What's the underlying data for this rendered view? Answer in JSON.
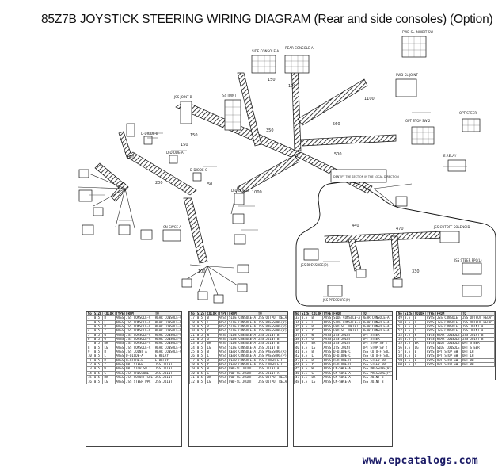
{
  "page": {
    "title": "85Z7B JOYSTICK STEERING WIRING DIAGRAM (Rear and side consoles) (Option)",
    "watermark": "www.epcatalogs.com"
  },
  "diagram": {
    "segment_lengths": [
      "150",
      "100",
      "150",
      "350",
      "1000",
      "500",
      "200",
      "50",
      "100",
      "150",
      "470",
      "330",
      "440",
      "1100",
      "560",
      "100"
    ],
    "connector_labels": [
      "SIDE CONSOLE-A",
      "REAR CONSOLE-A",
      "FWD SL INHIBIT SW",
      "FWD-SL JOINT",
      "JSS JOINT",
      "OPT STEER",
      "OPT STOP SW 2",
      "JSS JOINT B",
      "D-DIODE-B",
      "D-DIODE-A",
      "D-DIODE-C",
      "D-DIODE-D",
      "CN-SWCE-A",
      "JSS CUTOFF SOLENOID",
      "JSS STEER PPC(L)",
      "JSS PRESSURE(R)",
      "JSS PRESSURE(P)",
      "E.RELAY"
    ],
    "callout_text": "IDENTIFY THE SECTION IN THE LOCAL DIRECTION"
  },
  "tables": [
    {
      "header": [
        "No",
        "SIZE",
        "COLOR",
        "TYPE",
        "FROM",
        "TO"
      ],
      "rows": [
        [
          "1",
          "0.5",
          "B",
          "AVSS",
          "JSS CONSOLE-C",
          "REAR CONSOLE-C"
        ],
        [
          "2",
          "0.5",
          "L",
          "AVSS",
          "JSS CONSOLE-C",
          "REAR CONSOLE-C"
        ],
        [
          "3",
          "0.5",
          "R",
          "AVSS",
          "JSS CONSOLE-C",
          "REAR CONSOLE-C"
        ],
        [
          "4",
          "0.5",
          "Y",
          "AVSS",
          "JSS CONSOLE-C",
          "REAR CONSOLE-C"
        ],
        [
          "5",
          "0.5",
          "W",
          "AVSS",
          "JSS CONSOLE-C",
          "REAR CONSOLE-C"
        ],
        [
          "6",
          "0.5",
          "G",
          "AVSS",
          "JSS CONSOLE-C",
          "REAR CONSOLE-C"
        ],
        [
          "7",
          "0.5",
          "BR",
          "AVSS",
          "JSS CONSOLE-C",
          "REAR CONSOLE-C"
        ],
        [
          "8",
          "0.5",
          "LG",
          "AVSS",
          "JSS CONSOLE-C",
          "REAR CONSOLE-C"
        ],
        [
          "9",
          "0.5",
          "B",
          "AVSS",
          "JSS JOINT A",
          "REAR CONSOLE-C"
        ],
        [
          "10",
          "0.5",
          "L",
          "AVSS",
          "D-DIODE-A",
          "E.RELAY"
        ],
        [
          "11",
          "0.5",
          "R",
          "AVSS",
          "D-DIODE-B",
          "E.RELAY"
        ],
        [
          "12",
          "0.5",
          "Y",
          "AVSS",
          "OPT STEER",
          "JSS JOINT"
        ],
        [
          "13",
          "0.5",
          "W",
          "AVSS",
          "OPT STOP SW 2",
          "JSS JOINT"
        ],
        [
          "14",
          "0.5",
          "G",
          "AVSS",
          "JSS PRESSURE",
          "JSS JOINT"
        ],
        [
          "15",
          "0.5",
          "BR",
          "AVSS",
          "JSS CUTOFF SOL",
          "JSS JOINT"
        ],
        [
          "16",
          "0.5",
          "LG",
          "AVSS",
          "JSS STEER PPC",
          "JSS JOINT"
        ]
      ]
    },
    {
      "header": [
        "No",
        "SIZE",
        "COLOR",
        "TYPE",
        "FROM",
        "TO"
      ],
      "rows": [
        [
          "17",
          "0.5",
          "B",
          "AVSS",
          "SIDE CONSOLE-A",
          "JSS OUTPUT RELAY"
        ],
        [
          "18",
          "0.5",
          "L",
          "AVSS",
          "SIDE CONSOLE-A",
          "JSS PRESSURE(R)"
        ],
        [
          "19",
          "0.5",
          "R",
          "AVSS",
          "SIDE CONSOLE-A",
          "JSS PRESSURE(P)"
        ],
        [
          "20",
          "0.5",
          "Y",
          "AVSS",
          "SIDE CONSOLE-A",
          "JSS PRESSURE(R)"
        ],
        [
          "21",
          "0.5",
          "W",
          "AVSS",
          "SIDE CONSOLE-A",
          "JSS JOINT B"
        ],
        [
          "22",
          "0.5",
          "G",
          "AVSS",
          "SIDE CONSOLE-A",
          "JSS JOINT B"
        ],
        [
          "23",
          "0.5",
          "BR",
          "AVSS",
          "SIDE CONSOLE-A",
          "JSS JOINT B"
        ],
        [
          "24",
          "0.5",
          "LG",
          "AVSS",
          "SIDE CONSOLE-A",
          "JSS JOINT B"
        ],
        [
          "25",
          "0.5",
          "B",
          "AVSS",
          "REAR CONSOLE-A",
          "JSS PRESSURE(R)"
        ],
        [
          "26",
          "0.5",
          "L",
          "AVSS",
          "REAR CONSOLE-A",
          "JSS PRESSURE(P)"
        ],
        [
          "27",
          "0.5",
          "R",
          "AVSS",
          "REAR CONSOLE-A",
          "JSS CONSOLE-C"
        ],
        [
          "28",
          "0.5",
          "Y",
          "AVSS",
          "REAR CONSOLE-A",
          "JSS CONSOLE-C"
        ],
        [
          "29",
          "0.5",
          "W",
          "AVSS",
          "FWD-SL JOINT",
          "JSS JOINT A"
        ],
        [
          "30",
          "0.5",
          "G",
          "AVSS",
          "FWD-SL JOINT",
          "JSS JOINT A"
        ],
        [
          "31",
          "0.5",
          "BR",
          "AVSS",
          "FWD-SL JOINT",
          "JSS OUTPUT RELAY"
        ],
        [
          "32",
          "0.5",
          "LG",
          "AVSS",
          "FWD-SL JOINT",
          "JSS OUTPUT RELAY"
        ]
      ]
    },
    {
      "header": [
        "No",
        "SIZE",
        "COLOR",
        "TYPE",
        "FROM",
        "TO"
      ],
      "rows": [
        [
          "33",
          "0.5",
          "B",
          "AVSS",
          "SIDE CONSOLE-A",
          "REAR CONSOLE-A"
        ],
        [
          "34",
          "0.5",
          "L",
          "AVSS",
          "SIDE CONSOLE-A",
          "REAR CONSOLE-A"
        ],
        [
          "35",
          "0.5",
          "R",
          "AVSS",
          "FWD-SL INHIBIT",
          "REAR CONSOLE-A"
        ],
        [
          "36",
          "0.5",
          "Y",
          "AVSS",
          "FWD-SL INHIBIT",
          "REAR CONSOLE-A"
        ],
        [
          "37",
          "0.5",
          "W",
          "AVSS",
          "JSS JOINT",
          "OPT STEER"
        ],
        [
          "38",
          "0.5",
          "G",
          "AVSS",
          "JSS JOINT",
          "OPT STEER"
        ],
        [
          "39",
          "0.5",
          "BR",
          "AVSS",
          "JSS JOINT",
          "OPT STOP SW 2"
        ],
        [
          "40",
          "0.5",
          "LG",
          "AVSS",
          "JSS JOINT",
          "OPT STOP SW 2"
        ],
        [
          "41",
          "0.5",
          "B",
          "AVSS",
          "D-DIODE-C",
          "JSS CUTOFF SOL"
        ],
        [
          "42",
          "0.5",
          "L",
          "AVSS",
          "D-DIODE-C",
          "JSS CUTOFF SOL"
        ],
        [
          "43",
          "0.5",
          "R",
          "AVSS",
          "D-DIODE-D",
          "JSS STEER PPC"
        ],
        [
          "44",
          "0.5",
          "Y",
          "AVSS",
          "D-DIODE-D",
          "JSS STEER PPC"
        ],
        [
          "45",
          "0.5",
          "W",
          "AVSS",
          "CN-SWCE-A",
          "JSS PRESSURE(R)"
        ],
        [
          "46",
          "0.5",
          "G",
          "AVSS",
          "CN-SWCE-A",
          "JSS PRESSURE(P)"
        ],
        [
          "47",
          "0.5",
          "BR",
          "AVSS",
          "CN-SWCE-A",
          "JSS JOINT B"
        ],
        [
          "48",
          "0.5",
          "LG",
          "AVSS",
          "CN-SWCE-A",
          "JSS JOINT B"
        ]
      ]
    },
    {
      "header": [
        "No",
        "SIZE",
        "COLOR",
        "TYPE",
        "FROM",
        "TO"
      ],
      "rows": [
        [
          "49",
          "0.5",
          "B",
          "AVSS",
          "JSS CONSOLE",
          "JSS OUTPUT RELAY"
        ],
        [
          "50",
          "0.5",
          "L",
          "AVSS",
          "JSS CONSOLE",
          "JSS OUTPUT RELAY"
        ],
        [
          "51",
          "0.5",
          "R",
          "AVSS",
          "JSS CONSOLE",
          "JSS JOINT A"
        ],
        [
          "52",
          "0.5",
          "Y",
          "AVSS",
          "JSS CONSOLE",
          "JSS JOINT A"
        ],
        [
          "53",
          "0.5",
          "W",
          "AVSS",
          "REAR CONSOLE",
          "JSS JOINT B"
        ],
        [
          "54",
          "0.5",
          "G",
          "AVSS",
          "REAR CONSOLE",
          "JSS JOINT B"
        ],
        [
          "55",
          "0.5",
          "BR",
          "AVSS",
          "SIDE CONSOLE",
          "OPT STEER"
        ],
        [
          "56",
          "0.5",
          "LG",
          "AVSS",
          "SIDE CONSOLE",
          "OPT STEER"
        ],
        [
          "57",
          "0.5",
          "B",
          "AVSS",
          "OPT STOP SW",
          "OPT LH"
        ],
        [
          "58",
          "0.5",
          "L",
          "AVSS",
          "OPT STOP SW",
          "OPT LH"
        ],
        [
          "59",
          "0.5",
          "R",
          "AVSS",
          "OPT STOP SW",
          "OPT RH"
        ],
        [
          "60",
          "0.5",
          "Y",
          "AVSS",
          "OPT STOP SW",
          "OPT RH"
        ]
      ]
    }
  ]
}
